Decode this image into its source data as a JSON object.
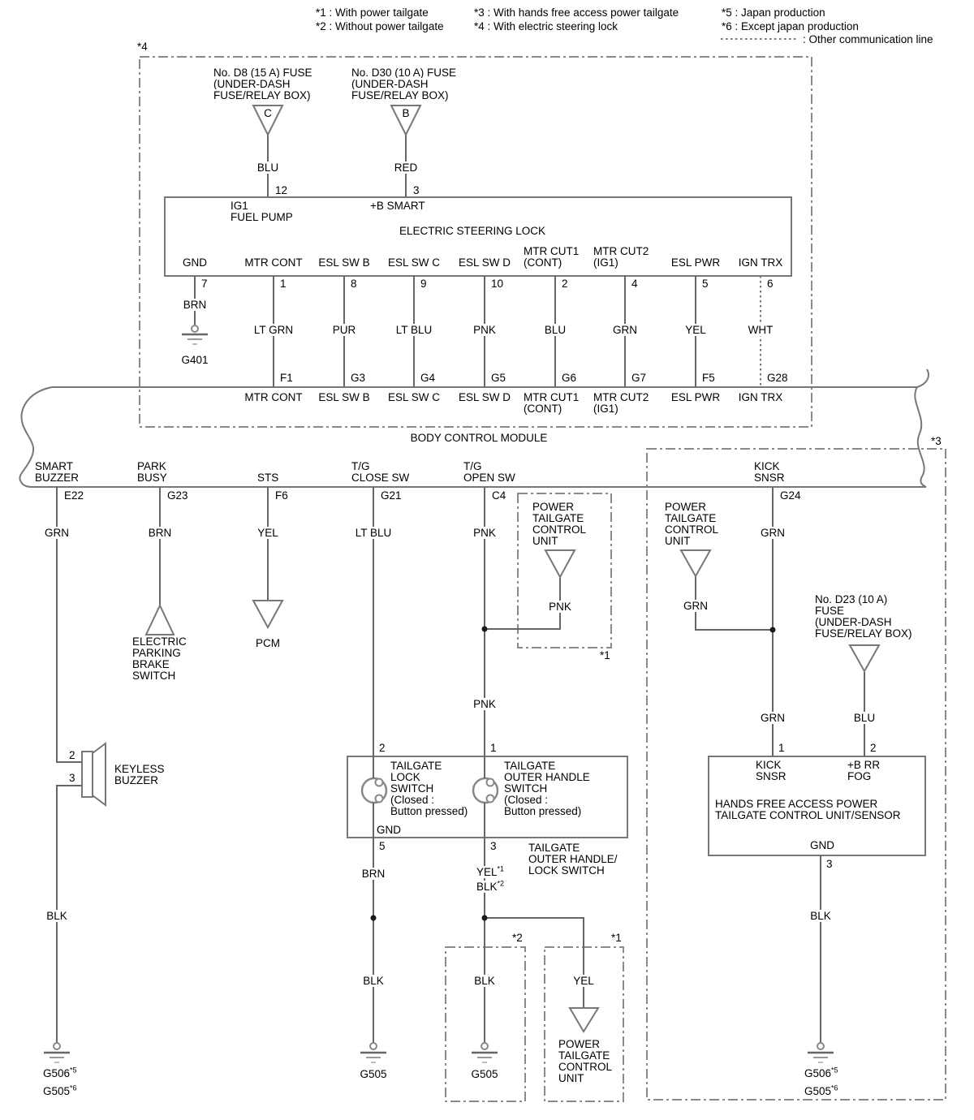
{
  "legend": {
    "item1": "*1 : With power tailgate",
    "item2": "*2 : Without power tailgate",
    "item3": "*3 : With hands free access power tailgate",
    "item4": "*4 : With electric steering lock",
    "item5": "*5 : Japan production",
    "item6": "*6 : Except japan production",
    "other_comm": ": Other communication line"
  },
  "markers": {
    "m4": "*4",
    "m3": "*3",
    "m1_upper": "*1",
    "m2_lower": "*2",
    "m1_lower": "*1"
  },
  "fuse_d8": {
    "name": "No. D8 (15 A) FUSE",
    "loc1": "(UNDER-DASH",
    "loc2": "FUSE/RELAY BOX)",
    "letter": "C",
    "wire": "BLU",
    "pin": "12"
  },
  "fuse_d30": {
    "name": "No. D30 (10 A) FUSE",
    "loc1": "(UNDER-DASH",
    "loc2": "FUSE/RELAY BOX)",
    "letter": "B",
    "wire": "RED",
    "pin": "3"
  },
  "esl": {
    "title": "ELECTRIC STEERING LOCK",
    "pin12": {
      "num": "12",
      "l1": "IG1",
      "l2": "FUEL PUMP"
    },
    "pin3": {
      "num": "3",
      "l1": "+B SMART"
    },
    "ground": "G401",
    "pins": [
      {
        "name": "GND",
        "num": "7",
        "wire": "BRN"
      },
      {
        "name": "MTR CONT",
        "num": "1",
        "wire": "LT GRN",
        "conn": "F1"
      },
      {
        "name": "ESL SW B",
        "num": "8",
        "wire": "PUR",
        "conn": "G3"
      },
      {
        "name": "ESL SW C",
        "num": "9",
        "wire": "LT BLU",
        "conn": "G4"
      },
      {
        "name": "ESL SW D",
        "num": "10",
        "wire": "PNK",
        "conn": "G5"
      },
      {
        "name": "MTR CUT1",
        "name2": "(CONT)",
        "num": "2",
        "wire": "BLU",
        "conn": "G6"
      },
      {
        "name": "MTR CUT2",
        "name2": "(IG1)",
        "num": "4",
        "wire": "GRN",
        "conn": "G7"
      },
      {
        "name": "ESL PWR",
        "num": "5",
        "wire": "YEL",
        "conn": "F5"
      },
      {
        "name": "IGN TRX",
        "num": "6",
        "wire": "WHT",
        "conn": "G28"
      }
    ]
  },
  "bcm": {
    "title": "BODY CONTROL MODULE",
    "pins": [
      {
        "l1": "SMART",
        "l2": "BUZZER",
        "conn": "E22",
        "wire": "GRN"
      },
      {
        "l1": "PARK",
        "l2": "BUSY",
        "conn": "G23",
        "wire": "BRN"
      },
      {
        "l1": "STS",
        "conn": "F6",
        "wire": "YEL"
      },
      {
        "l1": "T/G",
        "l2": "CLOSE SW",
        "conn": "G21",
        "wire": "LT BLU"
      },
      {
        "l1": "T/G",
        "l2": "OPEN SW",
        "conn": "C4",
        "wire": "PNK"
      },
      {
        "l1": "KICK",
        "l2": "SNSR",
        "conn": "G24",
        "wire": "GRN"
      }
    ]
  },
  "ptcu": {
    "l1": "POWER",
    "l2": "TAILGATE",
    "l3": "CONTROL",
    "l4": "UNIT"
  },
  "ptcu_upper": {
    "wire": "PNK"
  },
  "ptcu_right": {
    "wire": "GRN"
  },
  "open_sw_wire": "PNK",
  "epb": {
    "l1": "ELECTRIC",
    "l2": "PARKING",
    "l3": "BRAKE",
    "l4": "SWITCH"
  },
  "pcm": "PCM",
  "keyless": {
    "pin_in": "2",
    "pin_out": "3",
    "l1": "KEYLESS",
    "l2": "BUZZER",
    "wire": "BLK",
    "gnd1": "G506",
    "gnd1s": "*5",
    "gnd2": "G505",
    "gnd2s": "*6"
  },
  "tailgate": {
    "pin2": "2",
    "pin1": "1",
    "lock": [
      "TAILGATE",
      "LOCK",
      "SWITCH",
      "(Closed :",
      "Button pressed)"
    ],
    "handle": [
      "TAILGATE",
      "OUTER HANDLE",
      "SWITCH",
      "(Closed :",
      "Button pressed)"
    ],
    "gnd": "GND",
    "pin5": "5",
    "pin3": "3",
    "caption": [
      "TAILGATE",
      "OUTER HANDLE/",
      "LOCK SWITCH"
    ],
    "wire_left": "BRN",
    "wr1": "YEL",
    "wr1s": "*1",
    "wr2": "BLK",
    "wr2s": "*2",
    "blk_left": "BLK",
    "blk_right": "BLK",
    "gnd_left": "G505",
    "gnd_right": "G505",
    "yel": "YEL"
  },
  "smart_buzzer_col": {
    "blk": "BLK",
    "gnd1": "G506",
    "gnd1s": "*5",
    "gnd2": "G505",
    "gnd2s": "*6"
  },
  "fuse_d23": {
    "l1": "No. D23 (10 A)",
    "l2": "FUSE",
    "l3": "(UNDER-DASH",
    "l4": "FUSE/RELAY BOX)",
    "wire": "BLU"
  },
  "kick_wire": {
    "grn2": "GRN"
  },
  "hfa": {
    "pin1": "1",
    "pin2": "2",
    "p1l1": "KICK",
    "p1l2": "SNSR",
    "p2l1": "+B RR",
    "p2l2": "FOG",
    "t1": "HANDS FREE ACCESS POWER",
    "t2": "TAILGATE CONTROL UNIT/SENSOR",
    "gnd": "GND",
    "pin3": "3",
    "wire": "BLK",
    "gnd1": "G506",
    "gnd1s": "*5",
    "gnd2": "G505",
    "gnd2s": "*6"
  }
}
